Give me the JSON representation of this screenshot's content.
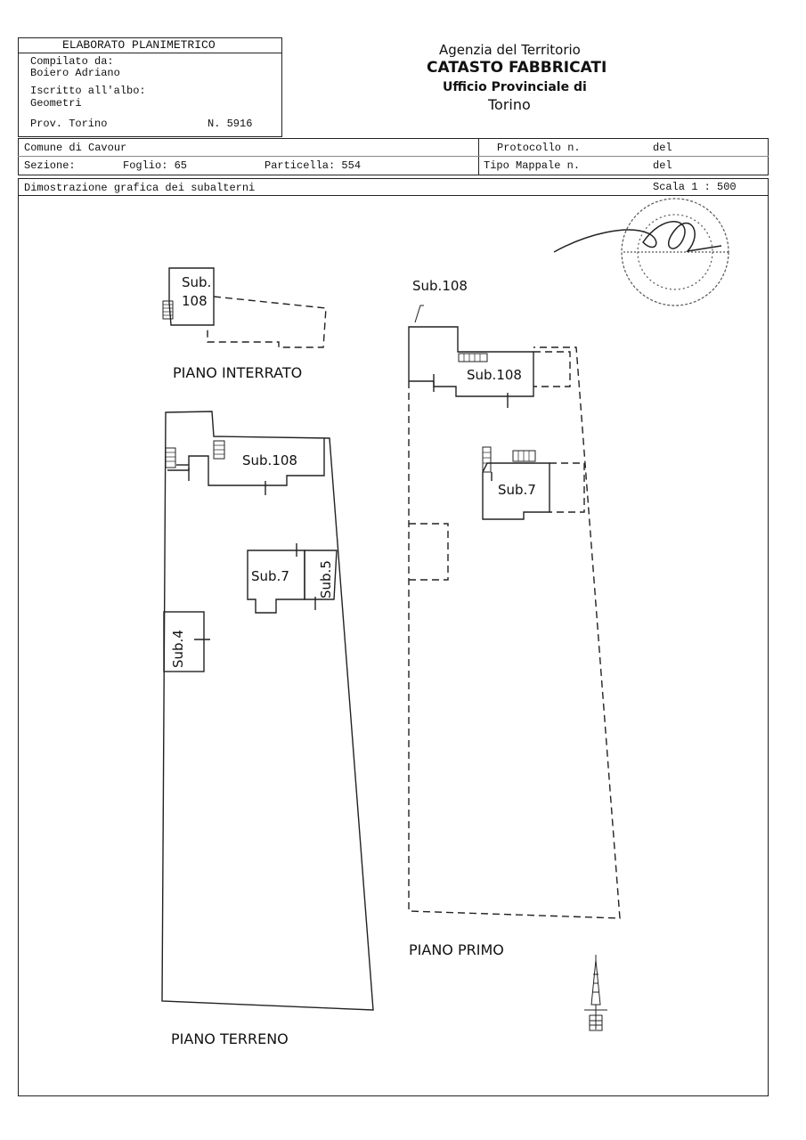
{
  "header": {
    "form_title": "ELABORATO PLANIMETRICO",
    "compiled_by_label": "Compilato da:",
    "compiled_by_name": "Boiero Adriano",
    "registered_label": "Iscritto all'albo:",
    "registered_value": "Geometri",
    "province": "Prov. Torino",
    "number": "N.  5916",
    "agency": "Agenzia del Territorio",
    "registry": "CATASTO FABBRICATI",
    "office": "Ufficio Provinciale di",
    "city": "Torino"
  },
  "info": {
    "comune": "Comune di Cavour",
    "sezione": "Sezione:",
    "foglio": "Foglio: 65",
    "particella": "Particella: 554",
    "protocollo": "Protocollo n.",
    "protocollo_del": "del",
    "tipo_mappale": "Tipo Mappale n.",
    "tipo_del": "del"
  },
  "subtitle": {
    "text": "Dimostrazione grafica dei subalterni",
    "scale": "Scala 1 : 500"
  },
  "plans": {
    "interrato": {
      "title": "PIANO INTERRATO",
      "sub_line1": "Sub.",
      "sub_line2": "108"
    },
    "terreno": {
      "title": "PIANO TERRENO",
      "sub108": "Sub.108",
      "sub7": "Sub.7",
      "sub5": "Sub.5",
      "sub4": "Sub.4"
    },
    "primo": {
      "title": "PIANO PRIMO",
      "sub108_top": "Sub.108",
      "sub108": "Sub.108",
      "sub7": "Sub.7"
    }
  },
  "icons": {
    "stamp": "stamp-seal-icon",
    "signature": "signature-icon",
    "north": "north-arrow-icon"
  }
}
